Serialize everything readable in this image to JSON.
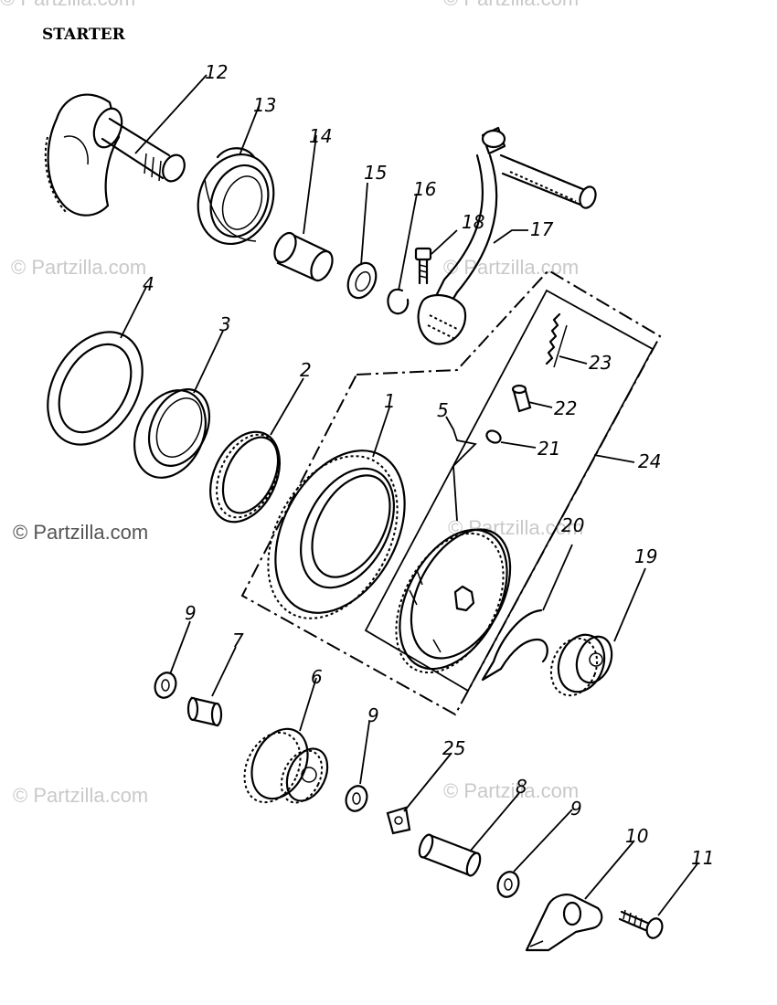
{
  "title": "STARTER",
  "watermark": "© Partzilla.com",
  "callouts": {
    "p1": "1",
    "p2": "2",
    "p3": "3",
    "p4": "4",
    "p5": "5",
    "p6": "6",
    "p7": "7",
    "p8": "8",
    "p9a": "9",
    "p9b": "9",
    "p9c": "9",
    "p10": "10",
    "p11": "11",
    "p12": "12",
    "p13": "13",
    "p14": "14",
    "p15": "15",
    "p16": "16",
    "p17": "17",
    "p18": "18",
    "p19": "19",
    "p20": "20",
    "p21": "21",
    "p22": "22",
    "p23": "23",
    "p24": "24",
    "p25": "25"
  }
}
